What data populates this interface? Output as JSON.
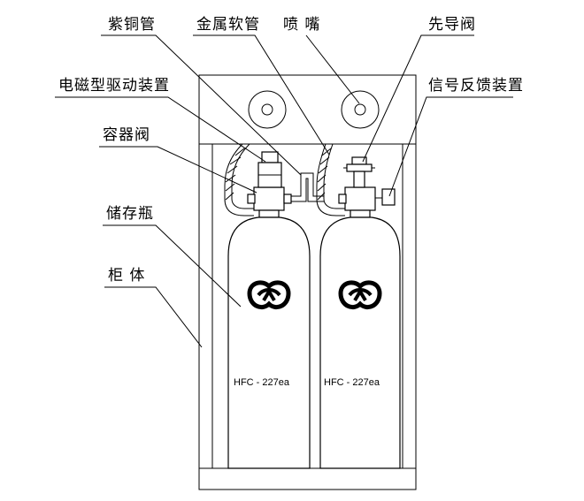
{
  "labels": {
    "purple_copper_pipe": "紫铜管",
    "metal_hose": "金属软管",
    "nozzle": "喷 嘴",
    "pilot_valve": "先导阀",
    "solenoid_driver": "电磁型驱动装置",
    "feedback_device": "信号反馈装置",
    "container_valve": "容器阀",
    "storage_cylinder": "储存瓶",
    "cabinet": "柜 体"
  },
  "cylinders": [
    {
      "agent": "HFC - 227ea"
    },
    {
      "agent": "HFC - 227ea"
    }
  ]
}
